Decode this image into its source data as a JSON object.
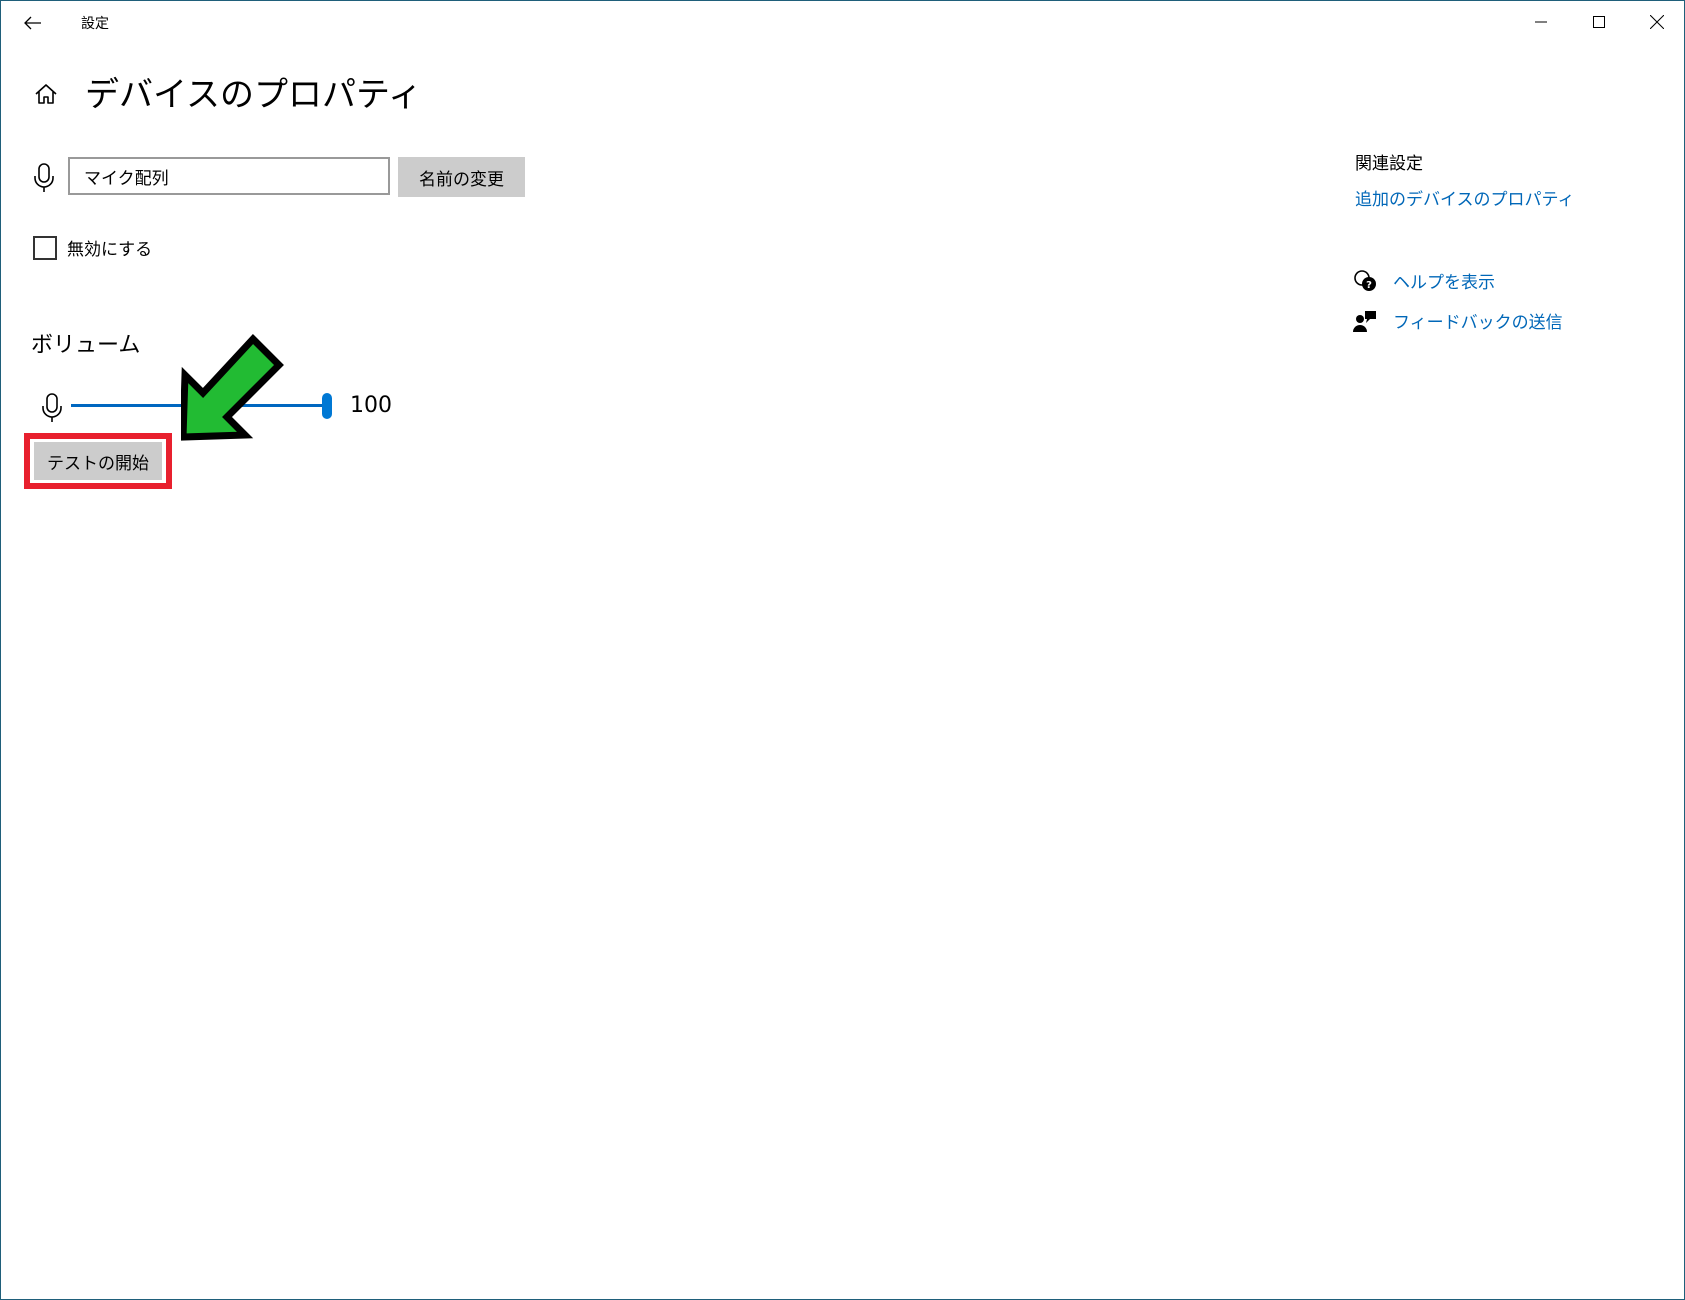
{
  "window": {
    "title": "設定"
  },
  "header": {
    "page_title": "デバイスのプロパティ"
  },
  "device": {
    "name_value": "マイク配列",
    "rename_label": "名前の変更",
    "disable_label": "無効にする",
    "disable_checked": false
  },
  "volume": {
    "heading": "ボリューム",
    "value": "100",
    "level_percent": 100,
    "test_label": "テストの開始"
  },
  "related": {
    "heading": "関連設定",
    "link_label": "追加のデバイスのプロパティ"
  },
  "support": {
    "help_label": "ヘルプを表示",
    "feedback_label": "フィードバックの送信"
  },
  "colors": {
    "accent": "#0078d4",
    "link": "#0067b8",
    "highlight_border": "#e8202e",
    "annotation_arrow_fill": "#22bb33",
    "button_bg": "#cccccc"
  },
  "icons": {
    "back": "arrow-left-icon",
    "home": "home-icon",
    "microphone": "microphone-icon",
    "help": "help-chat-icon",
    "feedback": "feedback-person-icon",
    "minimize": "minimize-icon",
    "maximize": "maximize-icon",
    "close": "close-icon"
  }
}
